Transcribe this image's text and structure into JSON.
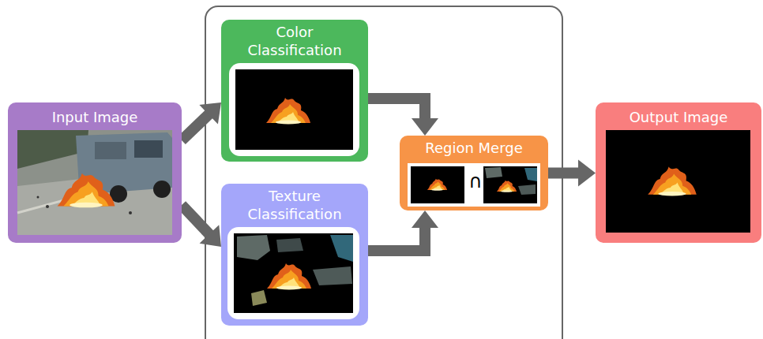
{
  "diagram": {
    "nodes": [
      {
        "text": [
          "Input Image"
        ]
      },
      {
        "text": [
          "Color Classification"
        ]
      },
      {
        "text": [
          "Texture Classification"
        ]
      },
      {
        "text": [
          "Region Merge",
          "∩"
        ]
      },
      {
        "text": [
          "Output Image"
        ]
      }
    ],
    "edges": [
      {
        "from": 0,
        "to": 1,
        "arrow": "to"
      },
      {
        "from": 0,
        "to": 2,
        "arrow": "to"
      },
      {
        "from": 1,
        "to": 3,
        "arrow": "to"
      },
      {
        "from": 2,
        "to": 3,
        "arrow": "to"
      },
      {
        "from": 3,
        "to": 4,
        "arrow": "to"
      }
    ]
  }
}
